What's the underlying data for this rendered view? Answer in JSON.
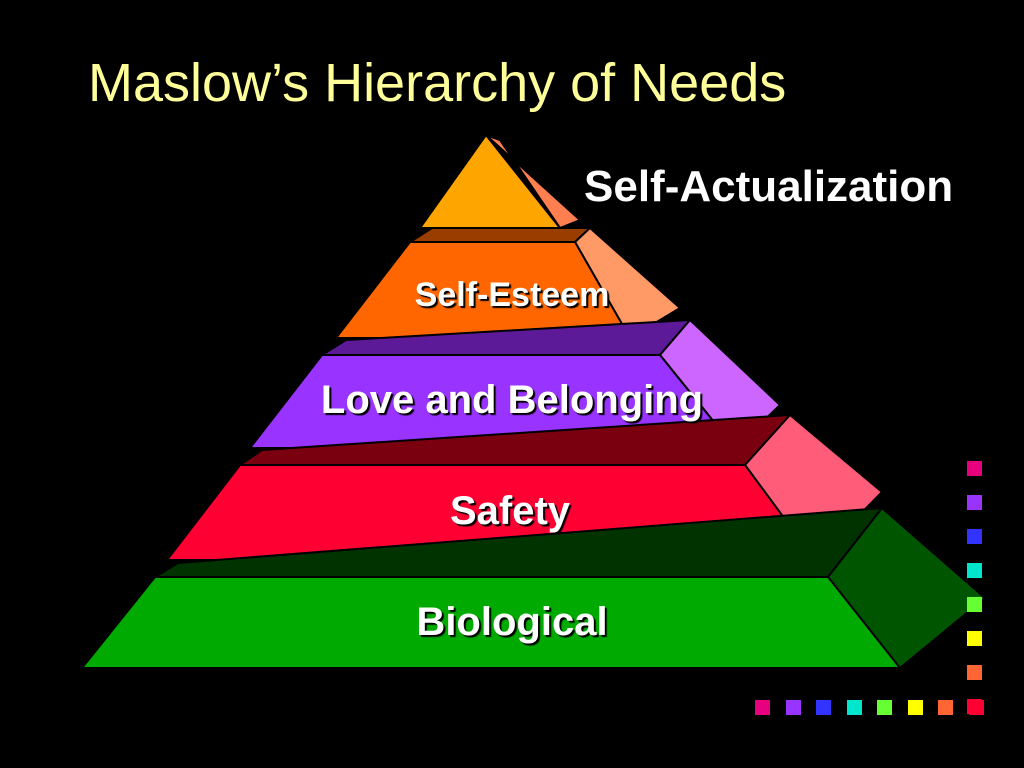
{
  "slide": {
    "title": "Maslow’s Hierarchy of Needs"
  },
  "pyramid": {
    "levels": [
      {
        "label": "Self-Actualization",
        "front": "#ffa500",
        "side": "#ff7f50",
        "top": "#cc7a00"
      },
      {
        "label": "Self-Esteem",
        "front": "#ff6600",
        "side": "#ff9966",
        "top": "#993d00"
      },
      {
        "label": "Love and Belonging",
        "front": "#9933ff",
        "side": "#cc66ff",
        "top": "#5c1a99"
      },
      {
        "label": "Safety",
        "front": "#ff0033",
        "side": "#ff5c7a",
        "top": "#7a0010"
      },
      {
        "label": "Biological",
        "front": "#00aa00",
        "side": "#005500",
        "top": "#003300"
      }
    ]
  },
  "decor": {
    "squares": [
      "#e6007e",
      "#9933ff",
      "#3333ff",
      "#00e6cc",
      "#66ff33",
      "#ffff00",
      "#ff6633",
      "#ff0033"
    ]
  }
}
